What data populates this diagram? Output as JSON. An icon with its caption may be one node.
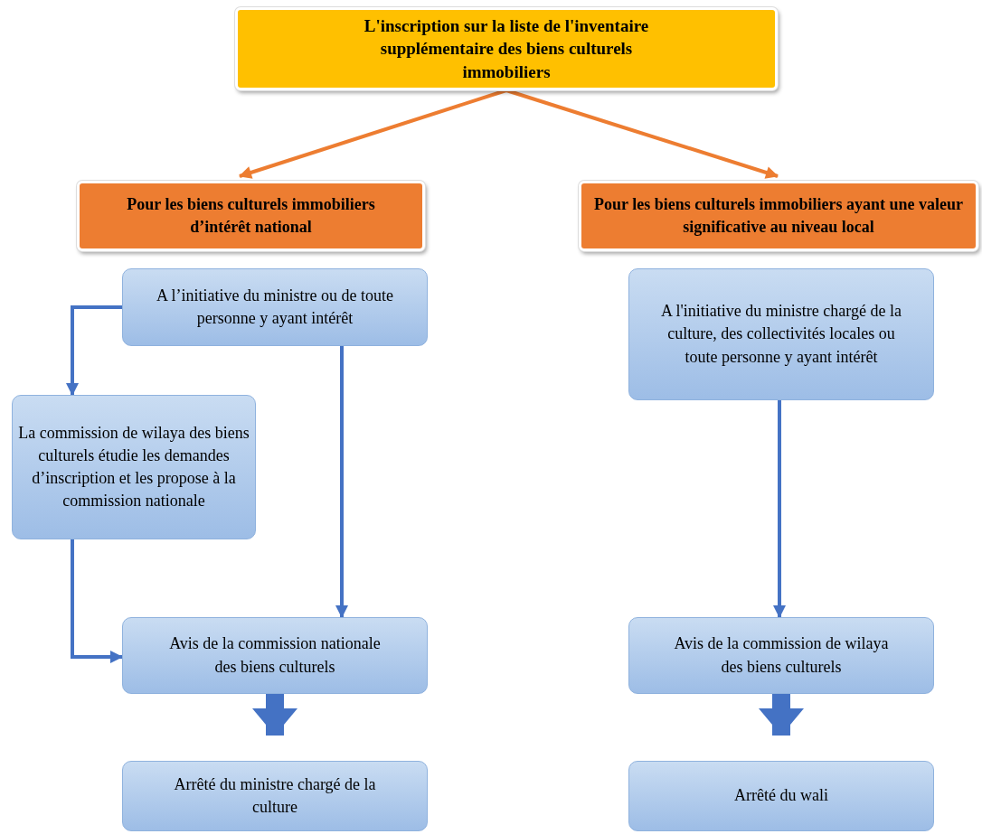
{
  "diagram": {
    "nodes": [
      {
        "text": [
          "L'inscription  sur la liste de l'inventaire supplémentaire  des biens culturels  immobiliers"
        ]
      },
      {
        "text": [
          "Pour les biens culturels immobiliers d’intérêt national"
        ]
      },
      {
        "text": [
          "Pour les biens culturels immobiliers ayant une valeur significative au niveau local"
        ]
      },
      {
        "text": [
          "A l’initiative  du ministre  ou de toute  personne  y ayant intérêt"
        ]
      },
      {
        "text": [
          "La commission de wilaya des biens culturels étudie les demandes d’inscription et les propose à la commission  nationale"
        ]
      },
      {
        "text": [
          "Avis  de la commission nationale  des biens  culturels"
        ]
      },
      {
        "text": [
          "Arrêté  du ministre  chargé  de la culture"
        ]
      },
      {
        "text": [
          "A l'initiative  du ministre chargé  de la culture,  des collectivités  locales  ou toute personne  y ayant intérêt"
        ]
      },
      {
        "text": [
          "Avis  de la commission  de wilaya  des biens  culturels"
        ]
      },
      {
        "text": [
          "Arrêté  du wali"
        ]
      }
    ],
    "edges": [
      {
        "from": 0,
        "to": 1,
        "arrow": "to",
        "color": "#ed7d31"
      },
      {
        "from": 0,
        "to": 2,
        "arrow": "to",
        "color": "#ed7d31"
      },
      {
        "from": 3,
        "to": 4,
        "arrow": "to"
      },
      {
        "from": 3,
        "to": 5,
        "arrow": "to"
      },
      {
        "from": 4,
        "to": 5,
        "arrow": "to"
      },
      {
        "from": 5,
        "to": 6,
        "arrow": "to",
        "style": "thick"
      },
      {
        "from": 7,
        "to": 8,
        "arrow": "to"
      },
      {
        "from": 8,
        "to": 9,
        "arrow": "to",
        "style": "thick"
      }
    ]
  }
}
